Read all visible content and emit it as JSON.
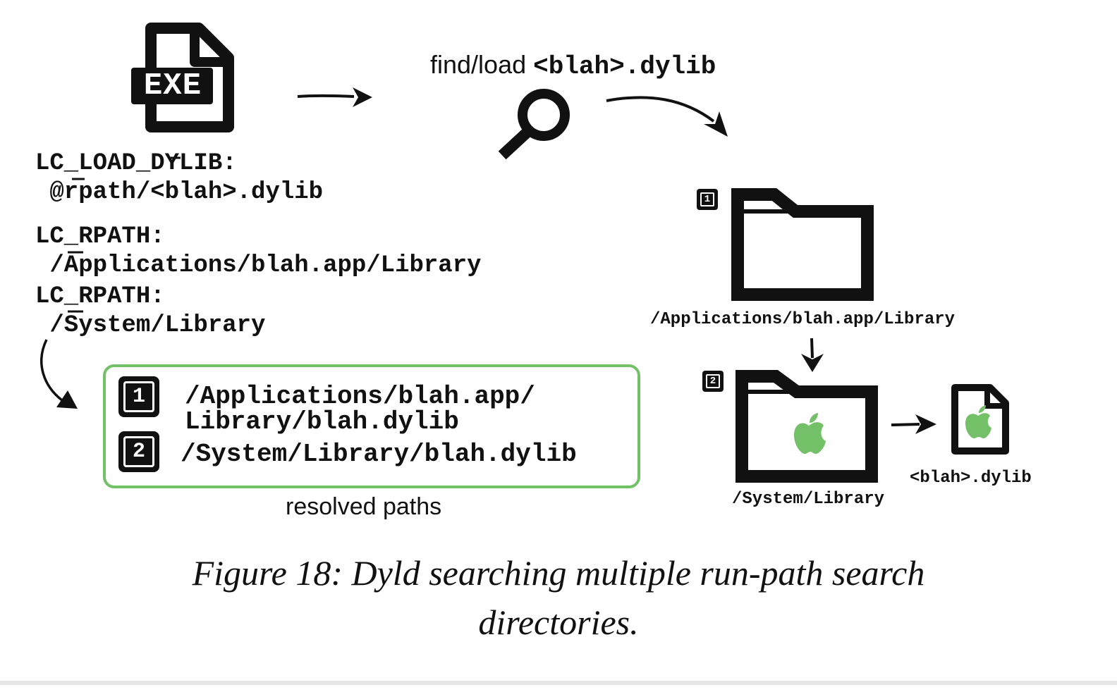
{
  "exe_icon": {
    "label": "EXE"
  },
  "find_label": {
    "prefix": "find/load ",
    "target": "<blah>.dylib"
  },
  "load_commands": [
    {
      "name": "LC_LOAD_DYLIB:",
      "value": " @rpath/<blah>.dylib"
    },
    {
      "name": "LC_RPATH:",
      "value": " /Applications/blah.app/Library"
    },
    {
      "name": "LC_RPATH:",
      "value": " /System/Library"
    }
  ],
  "resolved": {
    "caption": "resolved paths",
    "entries": [
      {
        "badge": "1",
        "line1": "/Applications/blah.app/",
        "line2": "Library/blah.dylib"
      },
      {
        "badge": "2",
        "line1": "/System/Library/blah.dylib",
        "line2": ""
      }
    ]
  },
  "folders": [
    {
      "badge": "1",
      "path": "/Applications/blah.app/Library"
    },
    {
      "badge": "2",
      "path": "/System/Library"
    }
  ],
  "dylib_file": {
    "label": "<blah>.dylib"
  },
  "colors": {
    "accent_green": "#74c069",
    "ink": "#111111"
  },
  "caption": {
    "line1": "Figure 18: Dyld searching multiple run-path search",
    "line2": "directories."
  }
}
